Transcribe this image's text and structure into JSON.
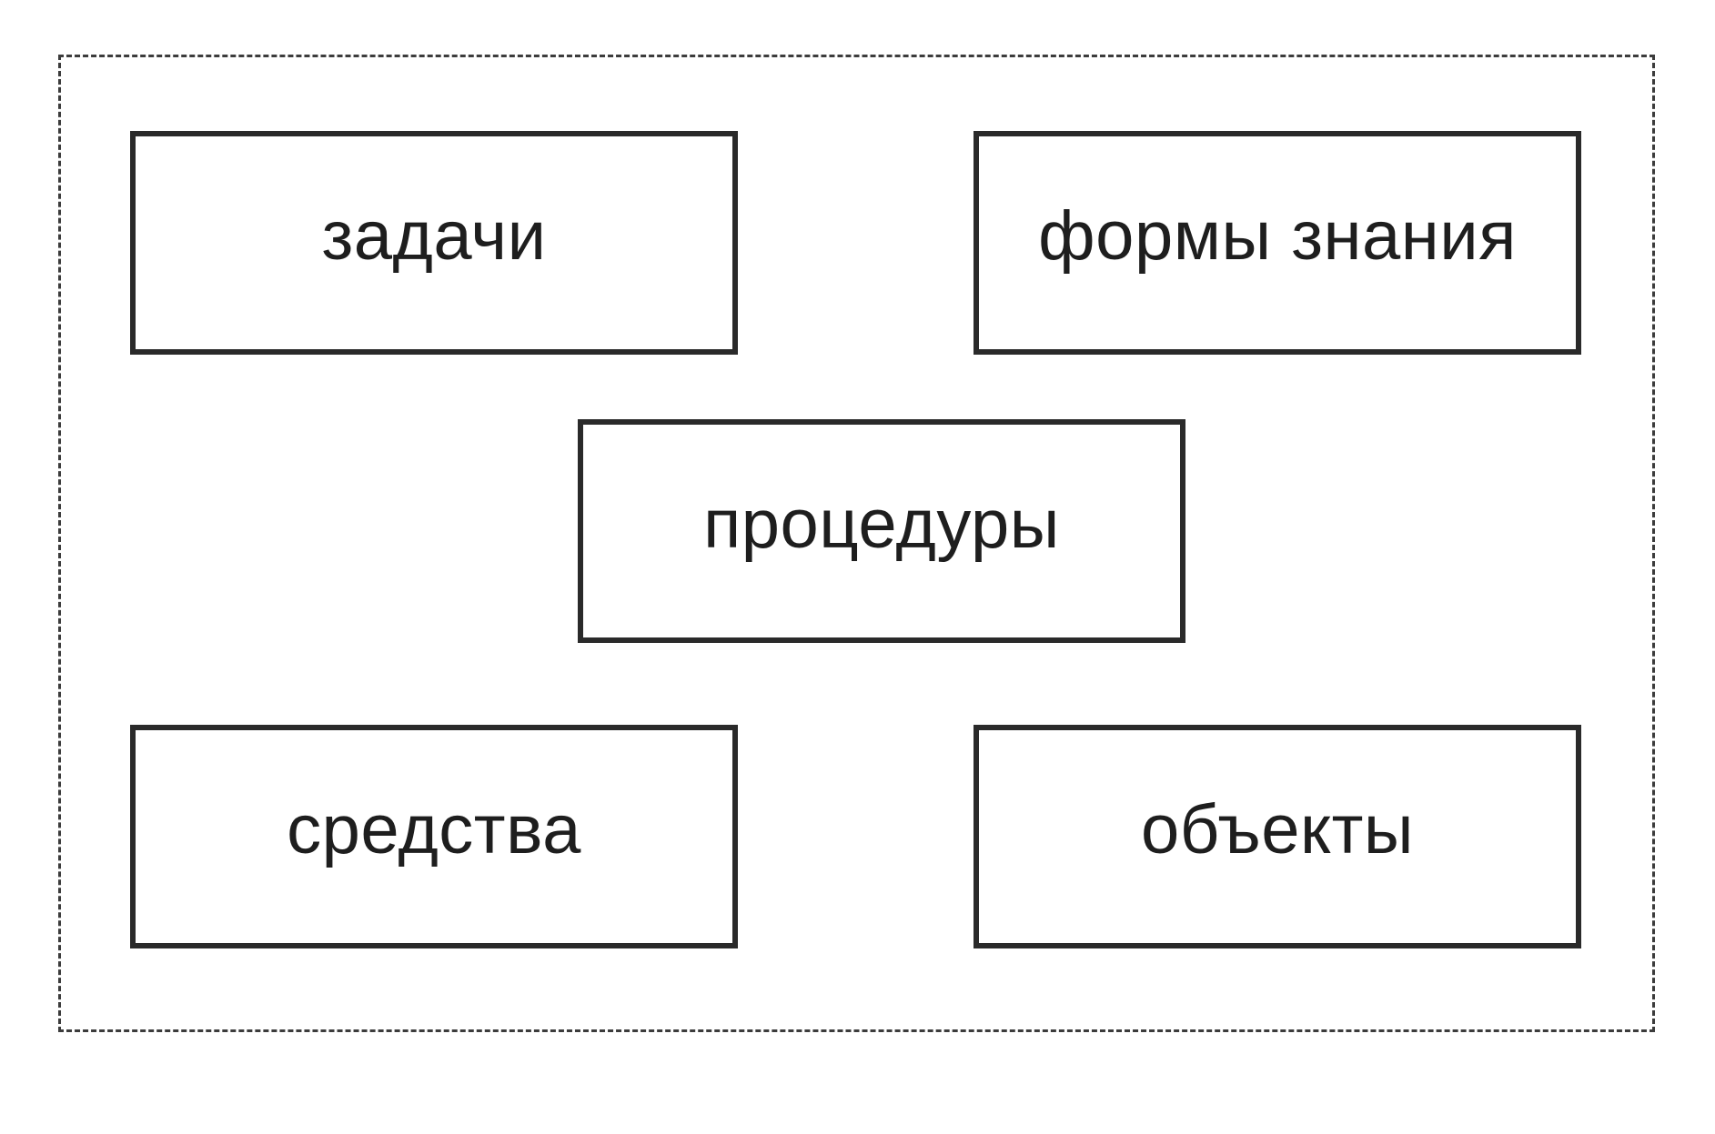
{
  "diagram": {
    "boxes": [
      {
        "id": "tasks",
        "label": "задачи"
      },
      {
        "id": "knowledge-forms",
        "label": "формы знания"
      },
      {
        "id": "procedures",
        "label": "процедуры"
      },
      {
        "id": "means",
        "label": "средства"
      },
      {
        "id": "objects",
        "label": "объекты"
      }
    ],
    "colors": {
      "box_border": "#2a2a2a",
      "frame_border": "#3c3c3c",
      "text": "#1e1e1e",
      "background": "#ffffff"
    }
  }
}
